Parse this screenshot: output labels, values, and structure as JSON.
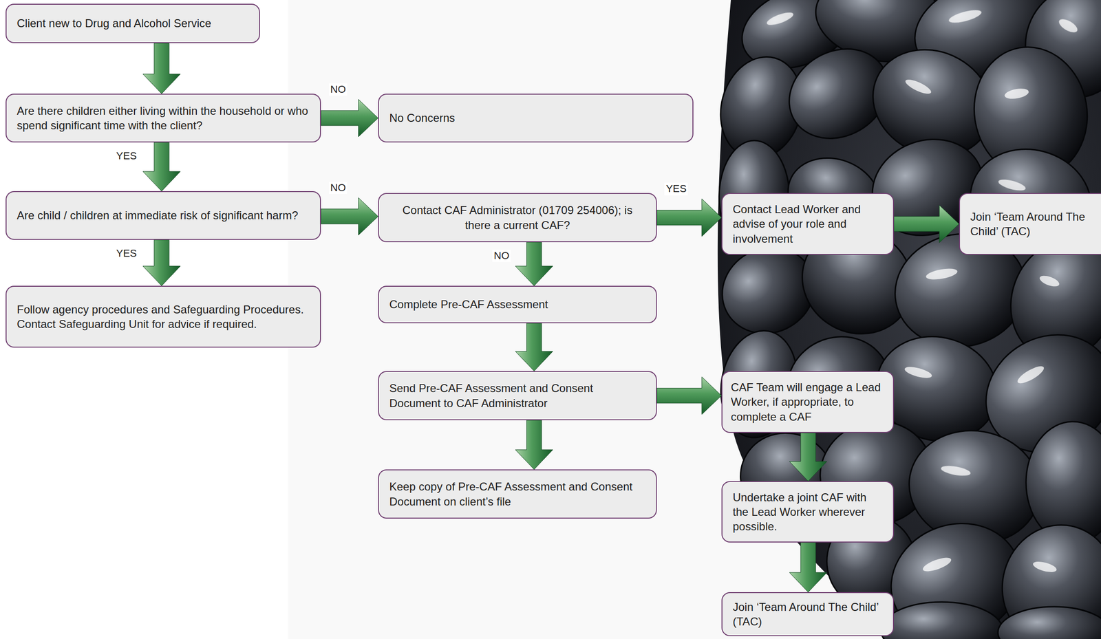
{
  "diagram": {
    "nodes": [
      {
        "text": [
          "Client new to Drug and Alcohol Service"
        ]
      },
      {
        "text": [
          "Are there children either living within the household or who spend significant time with the client?"
        ]
      },
      {
        "text": [
          "No Concerns"
        ]
      },
      {
        "text": [
          "Are child / children at immediate risk of significant harm?"
        ]
      },
      {
        "text": [
          "Contact CAF Administrator (01709 254006); is there a current CAF?"
        ]
      },
      {
        "text": [
          "Contact Lead Worker and advise of your role and involvement"
        ]
      },
      {
        "text": [
          "Join ‘Team Around The Child’ (TAC)"
        ]
      },
      {
        "text": [
          "Follow agency procedures and Safeguarding Procedures. Contact Safeguarding Unit for advice if required."
        ]
      },
      {
        "text": [
          "Complete Pre-CAF Assessment"
        ]
      },
      {
        "text": [
          "Send Pre-CAF Assessment and Consent Document to CAF Administrator"
        ]
      },
      {
        "text": [
          "CAF Team will engage a Lead Worker, if appropriate, to complete a CAF"
        ]
      },
      {
        "text": [
          "Keep copy of Pre-CAF Assessment and Consent Document on client’s file"
        ]
      },
      {
        "text": [
          "Undertake a joint CAF with the Lead Worker wherever possible."
        ]
      },
      {
        "text": [
          "Join ‘Team Around The Child’ (TAC)"
        ]
      }
    ],
    "edges": [
      {
        "from": 0,
        "to": 1,
        "arrow": "to"
      },
      {
        "from": 1,
        "to": 2,
        "label": "NO",
        "arrow": "to"
      },
      {
        "from": 1,
        "to": 3,
        "label": "YES",
        "arrow": "to"
      },
      {
        "from": 3,
        "to": 4,
        "label": "NO",
        "arrow": "to"
      },
      {
        "from": 3,
        "to": 7,
        "label": "YES",
        "arrow": "to"
      },
      {
        "from": 4,
        "to": 5,
        "label": "YES",
        "arrow": "to"
      },
      {
        "from": 4,
        "to": 8,
        "label": "NO",
        "arrow": "to"
      },
      {
        "from": 5,
        "to": 6,
        "arrow": "to"
      },
      {
        "from": 8,
        "to": 9,
        "arrow": "to"
      },
      {
        "from": 9,
        "to": 10,
        "arrow": "to"
      },
      {
        "from": 9,
        "to": 11,
        "arrow": "to"
      },
      {
        "from": 10,
        "to": 12,
        "arrow": "to"
      },
      {
        "from": 12,
        "to": 13,
        "arrow": "to"
      }
    ]
  }
}
